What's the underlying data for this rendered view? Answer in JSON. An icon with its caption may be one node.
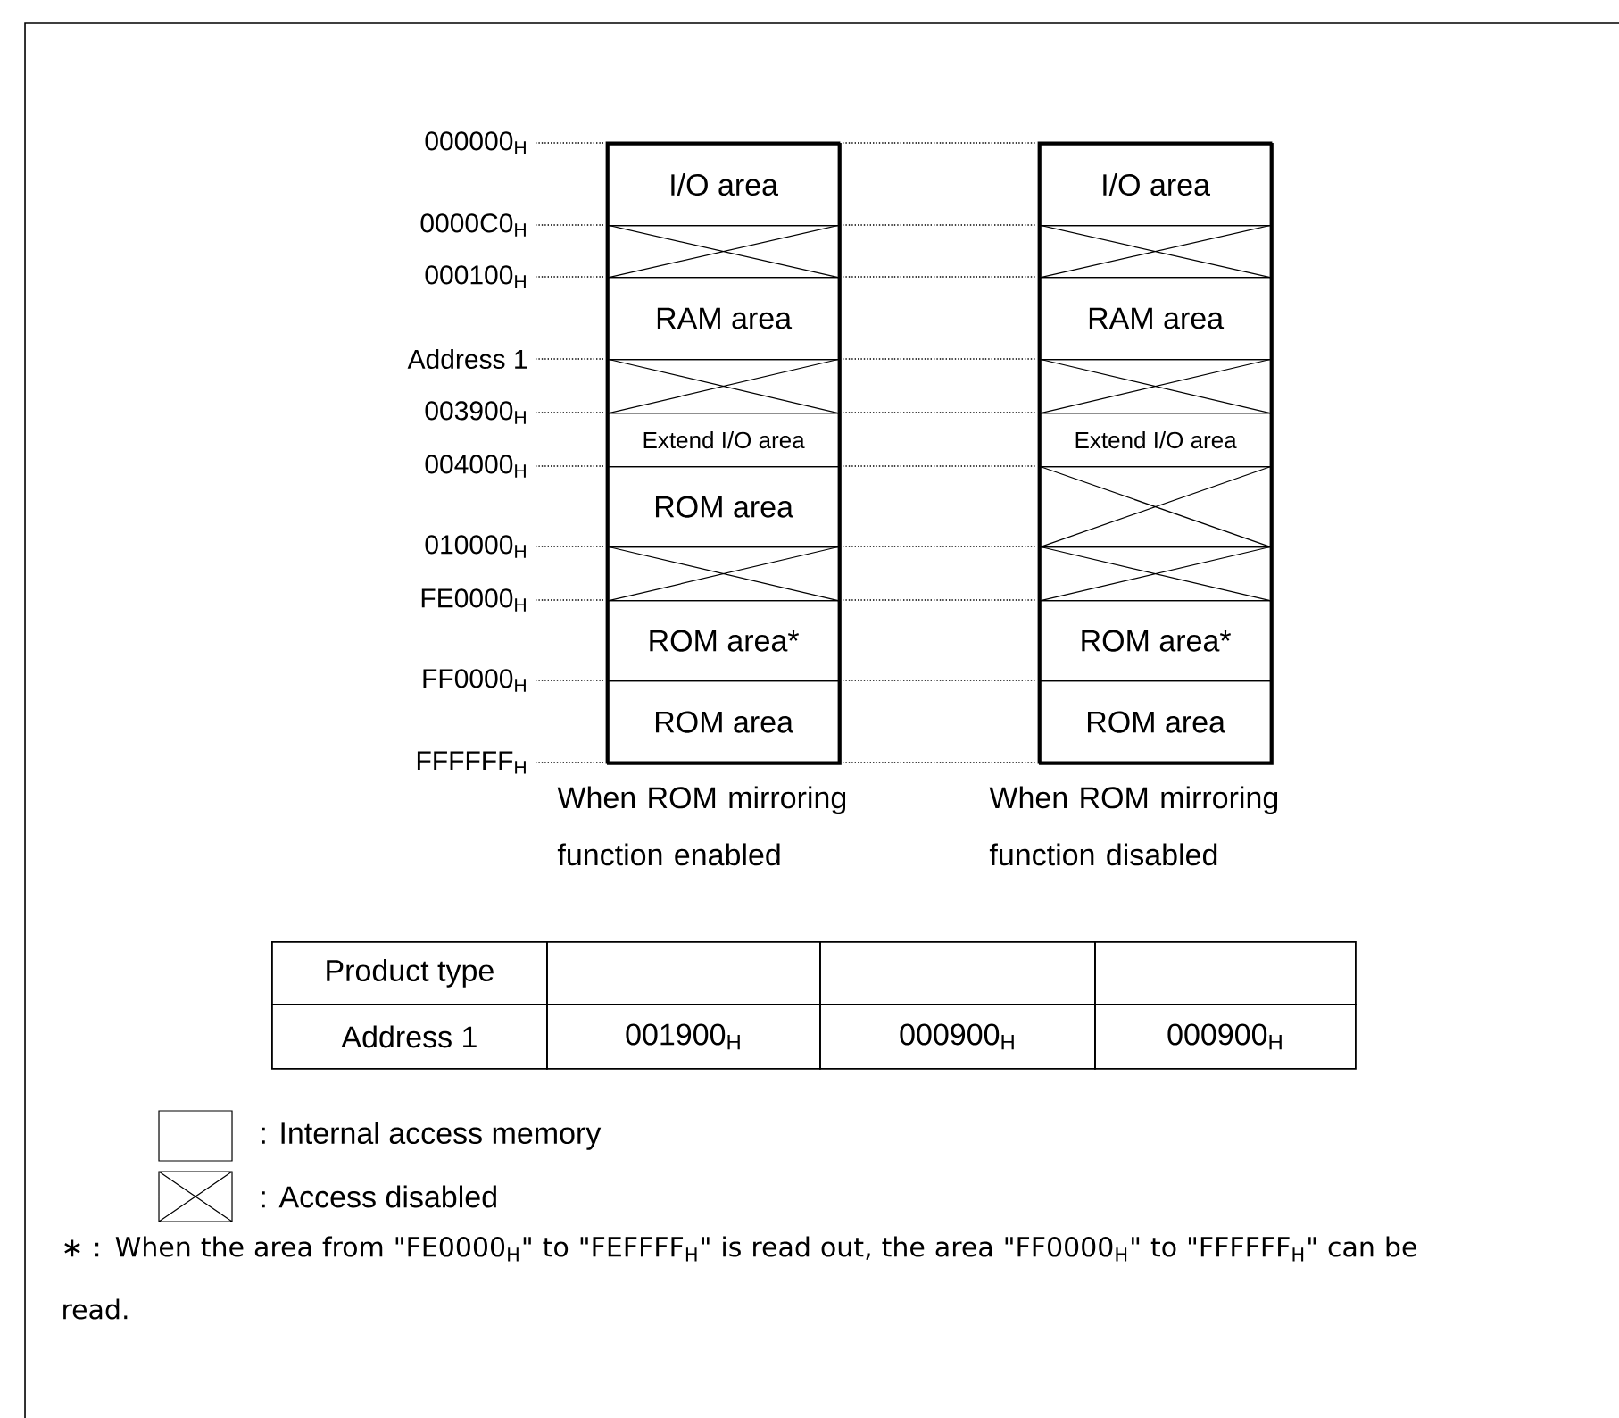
{
  "diagram": {
    "nodes": [
      {
        "text": [],
        "shape": "box",
        "beside": [
          "When ROM mirroring function enabled"
        ]
      },
      {
        "text": [
          "I/O area"
        ],
        "in": 0
      },
      {
        "text": [],
        "shape": "crossed",
        "in": 0
      },
      {
        "text": [
          "RAM area"
        ],
        "in": 0
      },
      {
        "text": [],
        "shape": "crossed",
        "in": 0
      },
      {
        "text": [
          "Extend I/O area"
        ],
        "in": 0
      },
      {
        "text": [
          "ROM area"
        ],
        "in": 0
      },
      {
        "text": [],
        "shape": "crossed",
        "in": 0
      },
      {
        "text": [
          "ROM area*"
        ],
        "in": 0
      },
      {
        "text": [
          "ROM area"
        ],
        "in": 0
      },
      {
        "text": [],
        "shape": "box",
        "beside": [
          "When ROM mirroring function disabled"
        ]
      },
      {
        "text": [
          "I/O area"
        ],
        "in": 10
      },
      {
        "text": [],
        "shape": "crossed",
        "in": 10
      },
      {
        "text": [
          "RAM area"
        ],
        "in": 10
      },
      {
        "text": [],
        "shape": "crossed",
        "in": 10
      },
      {
        "text": [
          "Extend I/O area"
        ],
        "in": 10
      },
      {
        "text": [],
        "shape": "crossed",
        "in": 10
      },
      {
        "text": [],
        "shape": "crossed",
        "in": 10
      },
      {
        "text": [
          "ROM area*"
        ],
        "in": 10
      },
      {
        "text": [
          "ROM area"
        ],
        "in": 10
      }
    ],
    "labels": [
      "000000$_{H}$",
      "0000C0$_{H}$",
      "000100$_{H}$",
      "Address 1",
      "003900$_{H}$",
      "004000$_{H}$",
      "010000$_{H}$",
      "FE0000$_{H}$",
      "FF0000$_{H}$",
      "FFFFFF$_{H}$",
      "Product type",
      "Address 1",
      "001900$_{H}$",
      "000900$_{H}$",
      "000900$_{H}$",
      "∗ : When the area from \"FE0000$_{H}$\" to \"FEFFFF$_{H}$\" is read out, the area \"FF0000$_{H}$\" to \"FFFFFF$_{H}$\" can be read."
    ],
    "legend": [
      {
        "text": ": Internal access memory"
      },
      {
        "text": ": Access disabled"
      }
    ]
  }
}
